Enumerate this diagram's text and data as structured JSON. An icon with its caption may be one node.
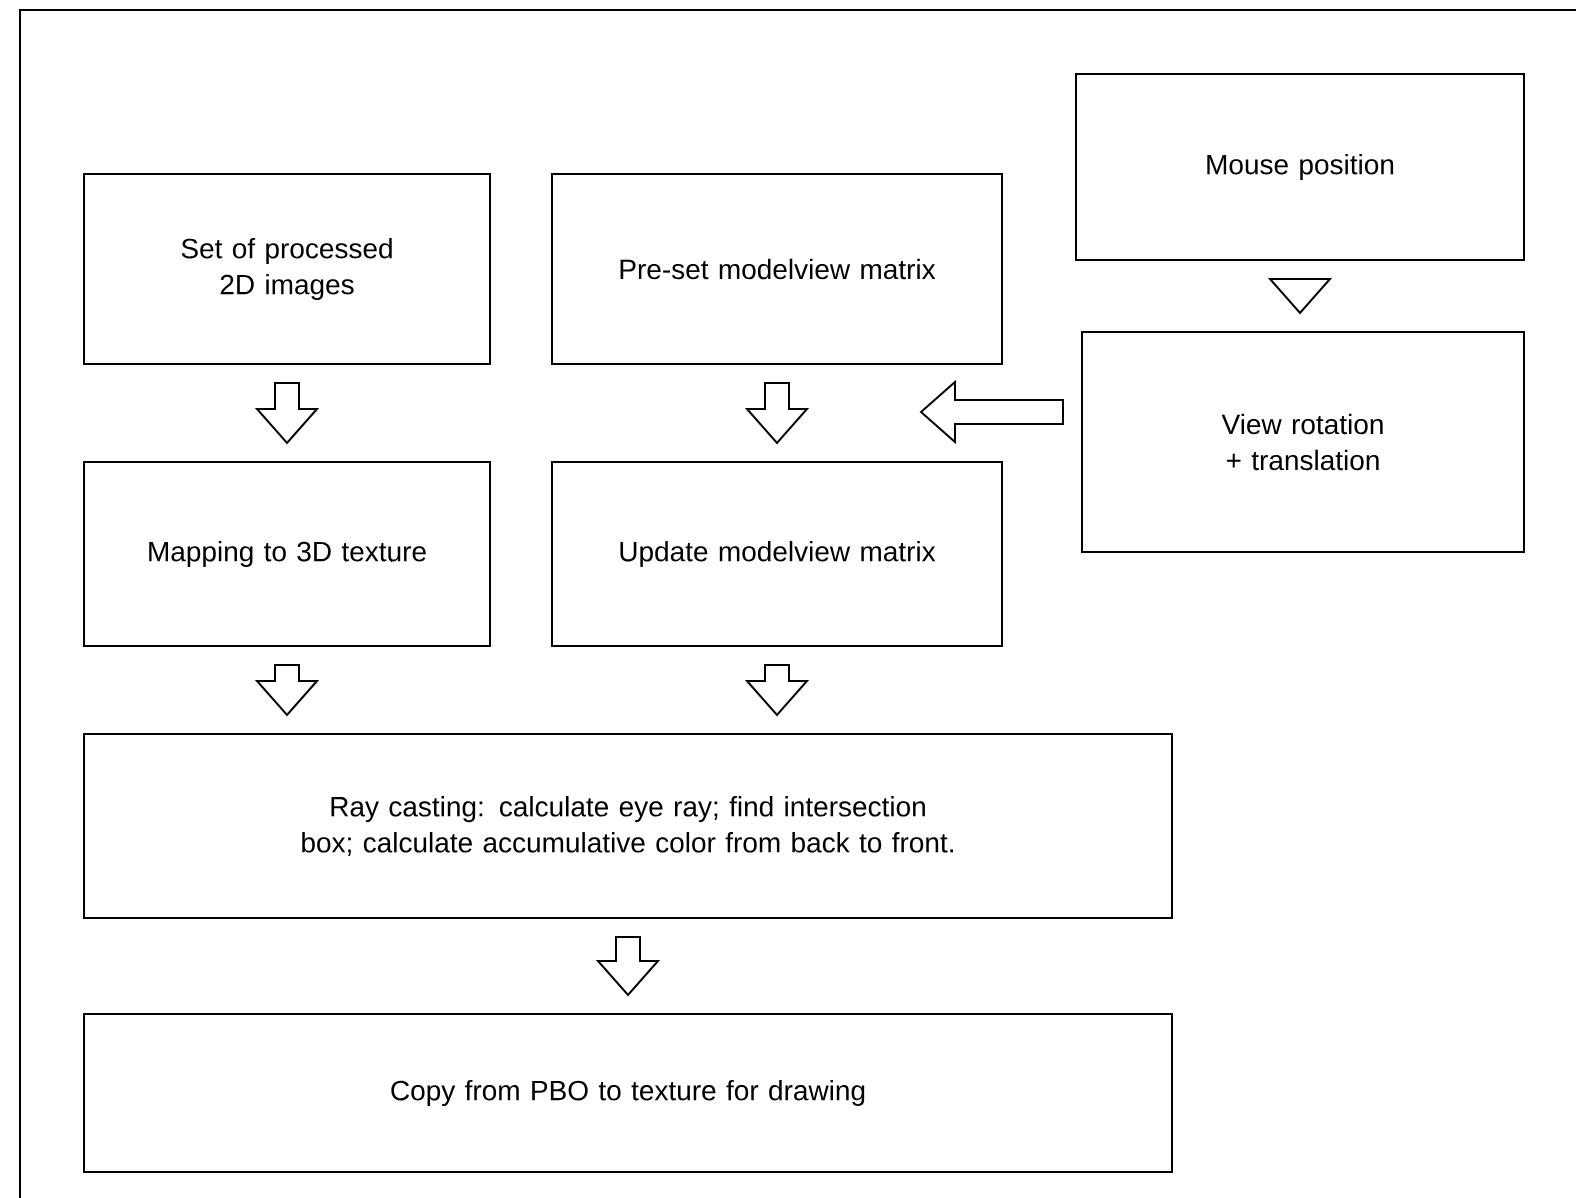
{
  "diagram": {
    "nodes": [
      {
        "text": [
          "Set of processed 2D images"
        ]
      },
      {
        "text": [
          "Pre-set modelview matrix"
        ]
      },
      {
        "text": [
          "Mouse position"
        ]
      },
      {
        "text": [
          "View rotation + translation"
        ]
      },
      {
        "text": [
          "Mapping to 3D texture"
        ]
      },
      {
        "text": [
          "Update modelview matrix"
        ]
      },
      {
        "text": [
          "Ray casting: calculate eye ray; find intersection box; calculate accumulative color from back to front."
        ]
      },
      {
        "text": [
          "Copy from PBO to texture for drawing"
        ]
      }
    ],
    "edges": [
      {
        "from": 0,
        "to": 4,
        "arrow": "to"
      },
      {
        "from": 1,
        "to": 5,
        "arrow": "to"
      },
      {
        "from": 2,
        "to": 3,
        "arrow": "to"
      },
      {
        "from": 3,
        "to": 5,
        "arrow": "to"
      },
      {
        "from": 4,
        "to": 6,
        "arrow": "to"
      },
      {
        "from": 5,
        "to": 6,
        "arrow": "to"
      },
      {
        "from": 6,
        "to": 7,
        "arrow": "to"
      }
    ]
  }
}
